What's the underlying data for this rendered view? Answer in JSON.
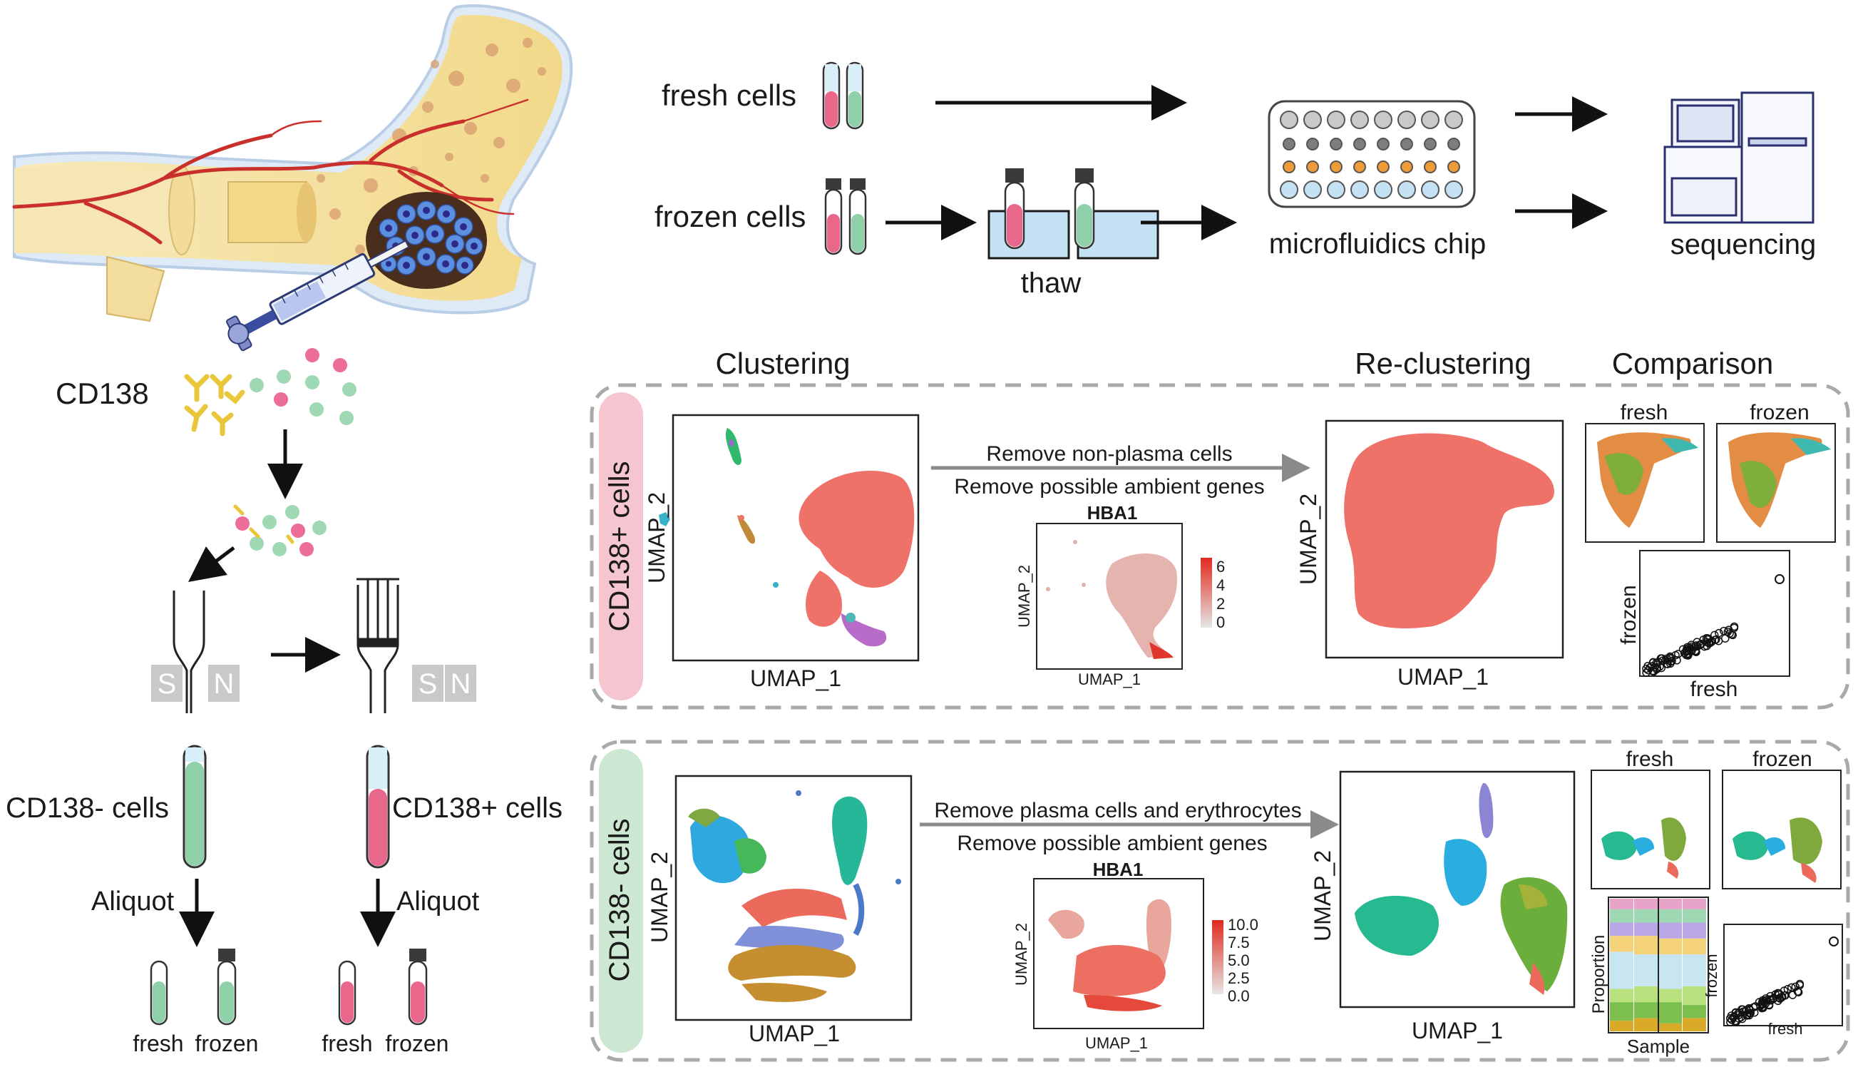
{
  "workflow": {
    "fresh_cells": "fresh cells",
    "frozen_cells": "frozen cells",
    "thaw": "thaw",
    "chip": "microfluidics chip",
    "sequencing": "sequencing"
  },
  "separation": {
    "cd138": "CD138",
    "magnet_s": "S",
    "magnet_n": "N",
    "cd138_neg": "CD138- cells",
    "cd138_pos": "CD138+ cells",
    "aliquot": "Aliquot",
    "fresh": "fresh",
    "frozen": "frozen"
  },
  "headers": {
    "clustering": "Clustering",
    "reclustering": "Re-clustering",
    "comparison": "Comparison"
  },
  "pos_panel": {
    "side_label": "CD138+ cells",
    "umap_x": "UMAP_1",
    "umap_y": "UMAP_2",
    "step1": "Remove non-plasma cells",
    "step2": "Remove possible ambient genes",
    "gene": "HBA1",
    "legend": [
      "6",
      "4",
      "2",
      "0"
    ],
    "fresh": "fresh",
    "frozen": "frozen",
    "scatter_x": "fresh",
    "scatter_y": "frozen"
  },
  "neg_panel": {
    "side_label": "CD138- cells",
    "umap_x": "UMAP_1",
    "umap_y": "UMAP_2",
    "step1": "Remove plasma cells and erythrocytes",
    "step2": "Remove possible ambient genes",
    "gene": "HBA1",
    "legend": [
      "10.0",
      "7.5",
      "5.0",
      "2.5",
      "0.0"
    ],
    "fresh": "fresh",
    "frozen": "frozen",
    "prop_y": "Proportion",
    "prop_x": "Sample",
    "scatter_x": "fresh",
    "scatter_y": "frozen"
  },
  "colors": {
    "plasma": "#ef7269",
    "pink_tube": "#e8678a",
    "green_tube": "#8fd0a8",
    "panel_pos": "#f6c6d0",
    "panel_neg": "#cde8d2"
  }
}
